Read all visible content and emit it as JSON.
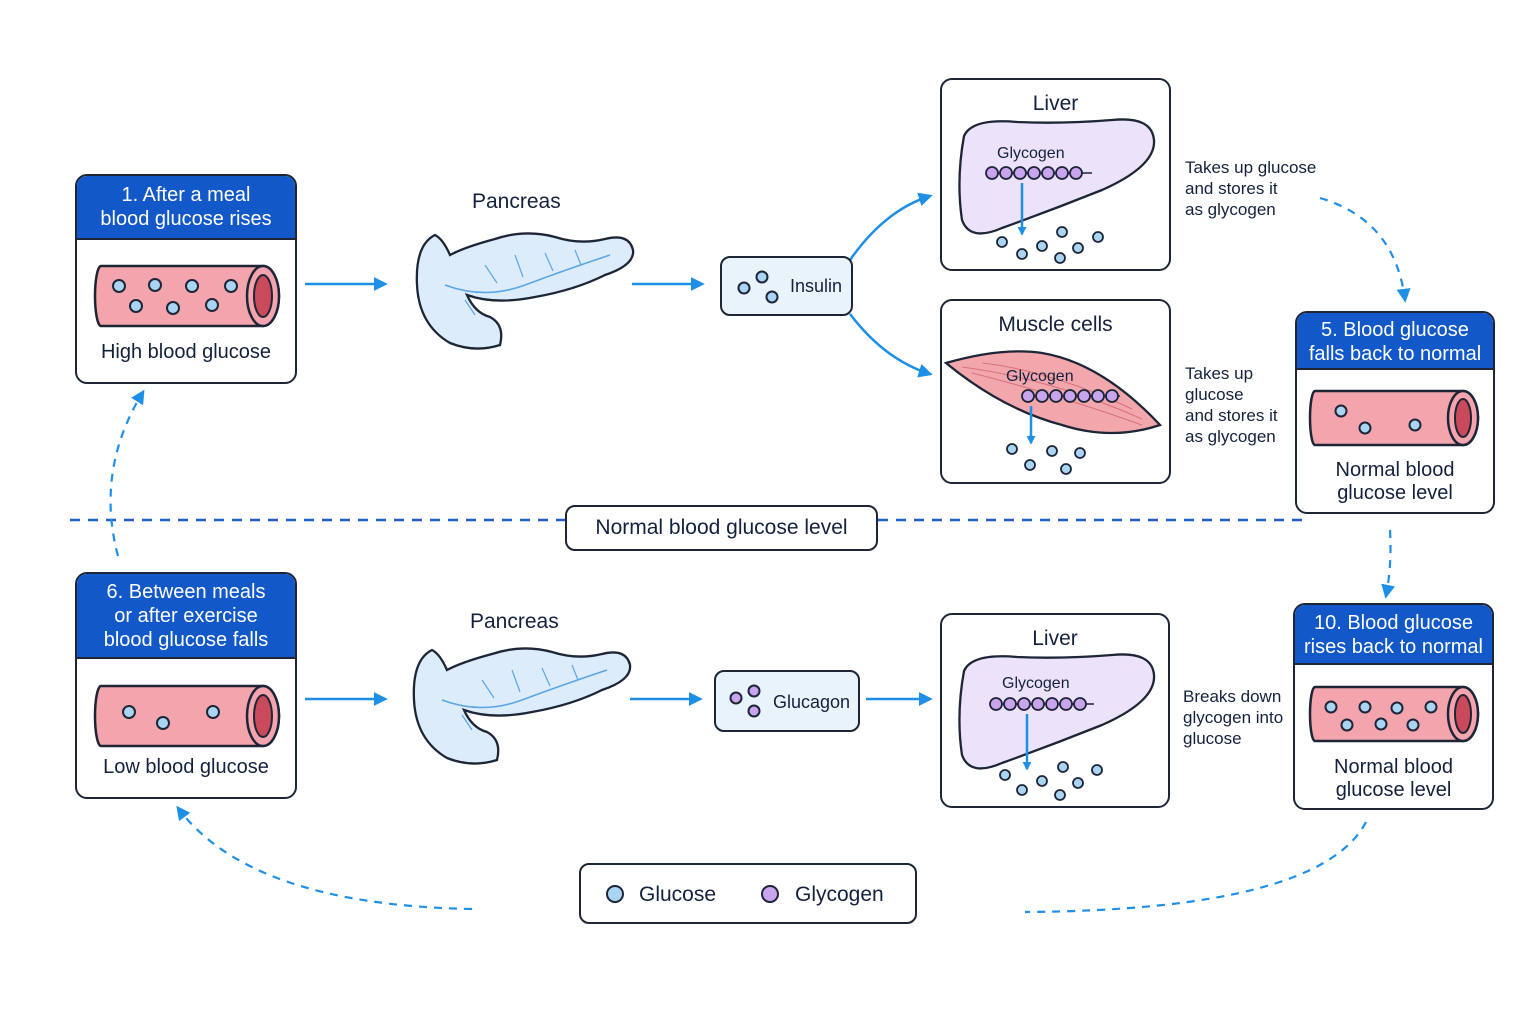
{
  "colors": {
    "header_blue": "#1258c8",
    "arrow_blue": "#1e8fe6",
    "glucose": "#a9d4f2",
    "glycogen": "#c9a5ee",
    "vessel_red": "#f4a4ac",
    "liver_purple": "#ece3fb",
    "muscle_red": "#f2a7ad",
    "pancreas_blue": "#dcecfa"
  },
  "high_phase": {
    "start": {
      "header": "1. After a meal\nblood glucose rises",
      "caption": "High blood glucose"
    },
    "pancreas_label": "Pancreas",
    "hormone_label": "Insulin",
    "liver": {
      "title": "Liver",
      "glycogen_label": "Glycogen"
    },
    "muscle": {
      "title": "Muscle cells",
      "glycogen_label": "Glycogen"
    },
    "liver_note": "Takes up glucose\nand stores it\nas glycogen",
    "muscle_note": "Takes up\nglucose\nand stores it\nas glycogen",
    "end": {
      "header": "5. Blood glucose\nfalls back to normal",
      "caption": "Normal blood\nglucose level"
    }
  },
  "normal_level_label": "Normal blood glucose level",
  "low_phase": {
    "start": {
      "header": "6. Between meals\nor after exercise\nblood glucose falls",
      "caption": "Low blood glucose"
    },
    "pancreas_label": "Pancreas",
    "hormone_label": "Glucagon",
    "liver": {
      "title": "Liver",
      "glycogen_label": "Glycogen"
    },
    "liver_note": "Breaks down\nglycogen into\nglucose",
    "end": {
      "header": "10. Blood glucose\nrises back to normal",
      "caption": "Normal blood\nglucose level"
    }
  },
  "legend": {
    "glucose": "Glucose",
    "glycogen": "Glycogen"
  }
}
